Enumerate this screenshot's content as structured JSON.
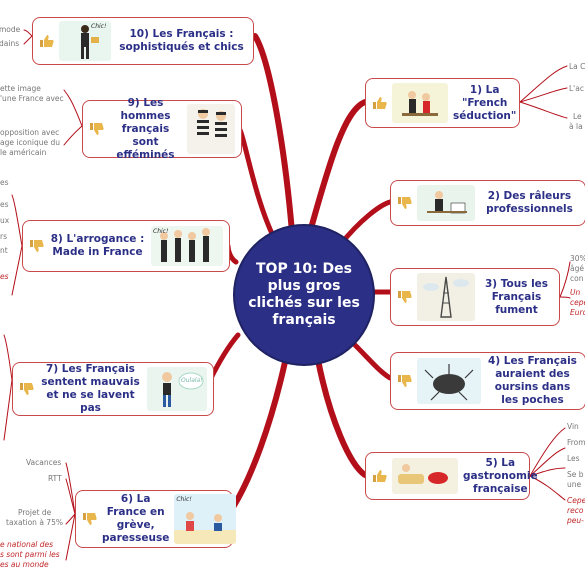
{
  "center": {
    "title": "TOP 10: Des plus gros clichés sur les français"
  },
  "colors": {
    "center": "#2b2f86",
    "branch": "#b30f1a",
    "border": "#c84a4a",
    "label": "#2b2f86",
    "note_red": "#c0282a"
  },
  "nodes": [
    {
      "id": "n1",
      "label": "1) La \"French séduction\""
    },
    {
      "id": "n2",
      "label": "2) Des râleurs professionnels"
    },
    {
      "id": "n3",
      "label": "3) Tous les Français fument"
    },
    {
      "id": "n4",
      "label": "4) Les Français auraient des oursins dans les poches"
    },
    {
      "id": "n5",
      "label": "5) La gastronomie française"
    },
    {
      "id": "n6",
      "label": "6) La France en grève, paresseuse"
    },
    {
      "id": "n7",
      "label": "7) Les Français sentent mauvais et ne se lavent pas"
    },
    {
      "id": "n8",
      "label": "8) L'arrogance : Made in France"
    },
    {
      "id": "n9",
      "label": "9) Les hommes français sont efféminés"
    },
    {
      "id": "n10",
      "label": "10) Les Français : sophistiqués et chics"
    }
  ],
  "subnotes": {
    "n10": [
      "mode",
      "dains"
    ],
    "n9": [
      "ette image",
      "'une France avec",
      "opposition avec",
      "age iconique du",
      "le américain"
    ],
    "n8": [
      "es",
      "es",
      "ux",
      "rs",
      "nt",
      "es"
    ],
    "n1": [
      "La C",
      "L'ac",
      "Le",
      "à la"
    ],
    "n3": [
      "30%",
      "âgé",
      "con",
      "Un",
      "cepe",
      "Euro"
    ],
    "n5": [
      "Vin",
      "From",
      "Les",
      "Se b",
      "une",
      "Cepe",
      "reco",
      "peu-"
    ],
    "n6": [
      "Vacances",
      "RTT",
      "Projet de",
      "taxation à 75%",
      "e national des",
      "s sont parmi les",
      "es au monde"
    ]
  },
  "badges": {
    "n10": "Chic!",
    "n8": "Chic!",
    "n7": "Oulala!",
    "n6": "Chic!"
  }
}
